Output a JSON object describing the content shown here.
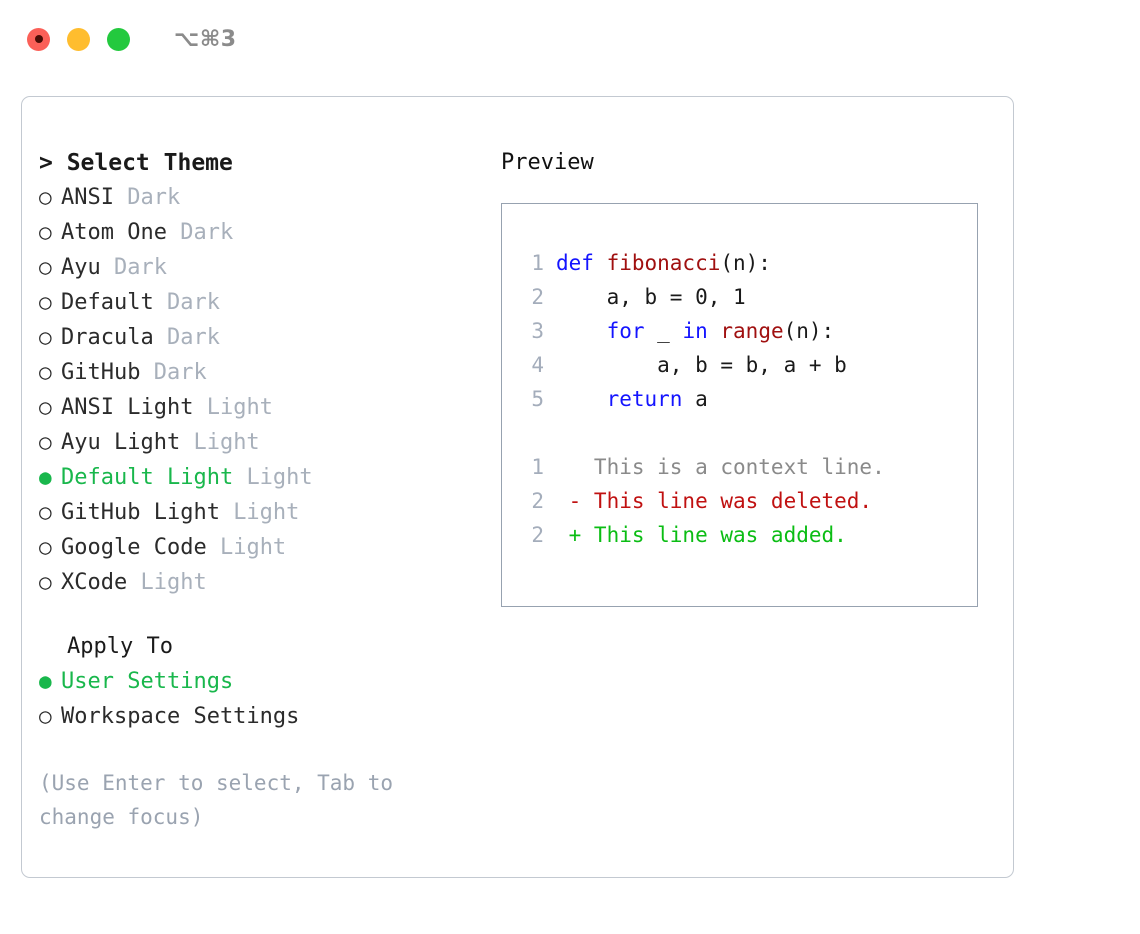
{
  "titlebar": {
    "dots": [
      {
        "name": "close",
        "color": "#fb6058",
        "active": true
      },
      {
        "name": "minimize",
        "color": "#ffbd2e",
        "active": false
      },
      {
        "name": "maximize",
        "color": "#23c93e",
        "active": false
      }
    ],
    "shortcut": "⌥⌘3"
  },
  "theme_panel": {
    "header": "> Select Theme",
    "items": [
      {
        "bullet": "○",
        "name": "ANSI",
        "kind": "Dark",
        "selected": false
      },
      {
        "bullet": "○",
        "name": "Atom One",
        "kind": "Dark",
        "selected": false
      },
      {
        "bullet": "○",
        "name": "Ayu",
        "kind": "Dark",
        "selected": false
      },
      {
        "bullet": "○",
        "name": "Default",
        "kind": "Dark",
        "selected": false
      },
      {
        "bullet": "○",
        "name": "Dracula",
        "kind": "Dark",
        "selected": false
      },
      {
        "bullet": "○",
        "name": "GitHub",
        "kind": "Dark",
        "selected": false
      },
      {
        "bullet": "○",
        "name": "ANSI Light",
        "kind": "Light",
        "selected": false
      },
      {
        "bullet": "○",
        "name": "Ayu Light",
        "kind": "Light",
        "selected": false
      },
      {
        "bullet": "●",
        "name": "Default Light",
        "kind": "Light",
        "selected": true
      },
      {
        "bullet": "○",
        "name": "GitHub Light",
        "kind": "Light",
        "selected": false
      },
      {
        "bullet": "○",
        "name": "Google Code",
        "kind": "Light",
        "selected": false
      },
      {
        "bullet": "○",
        "name": "XCode",
        "kind": "Light",
        "selected": false
      }
    ]
  },
  "apply_to": {
    "title": "Apply To",
    "options": [
      {
        "bullet": "●",
        "label": "User Settings",
        "selected": true
      },
      {
        "bullet": "○",
        "label": "Workspace Settings",
        "selected": false
      }
    ]
  },
  "hint": "(Use Enter to select, Tab to change focus)",
  "preview": {
    "header": "Preview",
    "code_lines": [
      {
        "num": "1",
        "tokens": [
          {
            "t": "def ",
            "c": "kw"
          },
          {
            "t": "fibonacci",
            "c": "fn"
          },
          {
            "t": "(n):",
            "c": "plain"
          }
        ]
      },
      {
        "num": "2",
        "tokens": [
          {
            "t": "    a, b = 0, 1",
            "c": "plain"
          }
        ]
      },
      {
        "num": "3",
        "tokens": [
          {
            "t": "    ",
            "c": "plain"
          },
          {
            "t": "for",
            "c": "kw"
          },
          {
            "t": " _ ",
            "c": "plain"
          },
          {
            "t": "in ",
            "c": "kw"
          },
          {
            "t": "range",
            "c": "fn"
          },
          {
            "t": "(n):",
            "c": "plain"
          }
        ]
      },
      {
        "num": "4",
        "tokens": [
          {
            "t": "        a, b = b, a + b",
            "c": "plain"
          }
        ]
      },
      {
        "num": "5",
        "tokens": [
          {
            "t": "    ",
            "c": "plain"
          },
          {
            "t": "return",
            "c": "kw"
          },
          {
            "t": " a",
            "c": "plain"
          }
        ]
      }
    ],
    "diff_lines": [
      {
        "num": "1",
        "marker": " ",
        "text": " This is a context line.",
        "style": "ctx"
      },
      {
        "num": "2",
        "marker": "-",
        "text": " This line was deleted.",
        "style": "del"
      },
      {
        "num": "2",
        "marker": "+",
        "text": " This line was added.",
        "style": "add"
      }
    ]
  },
  "colors": {
    "accent_green": "#19b74c",
    "muted": "#a8b0bb",
    "hint": "#9aa3b0",
    "keyword": "#1414ff",
    "function": "#a01010",
    "deleted": "#c01111",
    "added": "#0bbd14",
    "linenum": "#a4adbb",
    "panel_border": "#c3c9d1",
    "preview_border": "#97a2b0"
  }
}
